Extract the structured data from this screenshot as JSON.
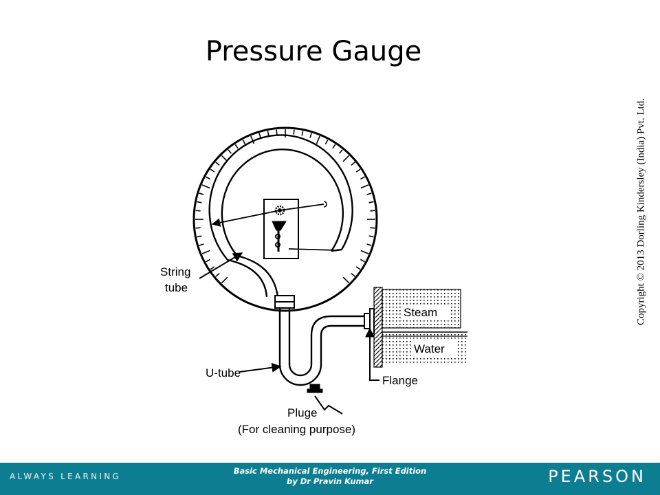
{
  "title": "Pressure Gauge",
  "copyright": "Copyright © 2013 Dorling Kindersley (India) Pvt. Ltd.",
  "diagram": {
    "labels": {
      "string_tube_line1": "String",
      "string_tube_line2": "tube",
      "u_tube": "U-tube",
      "steam": "Steam",
      "water": "Water",
      "flange": "Flange",
      "pluge_line1": "Pluge",
      "pluge_line2": "(For cleaning purpose)"
    }
  },
  "footer": {
    "tagline": "ALWAYS LEARNING",
    "book_title": "Basic Mechanical Engineering, First Edition",
    "book_author": "by Dr Pravin Kumar",
    "brand": "PEARSON",
    "background_color": "#0d7e92"
  }
}
